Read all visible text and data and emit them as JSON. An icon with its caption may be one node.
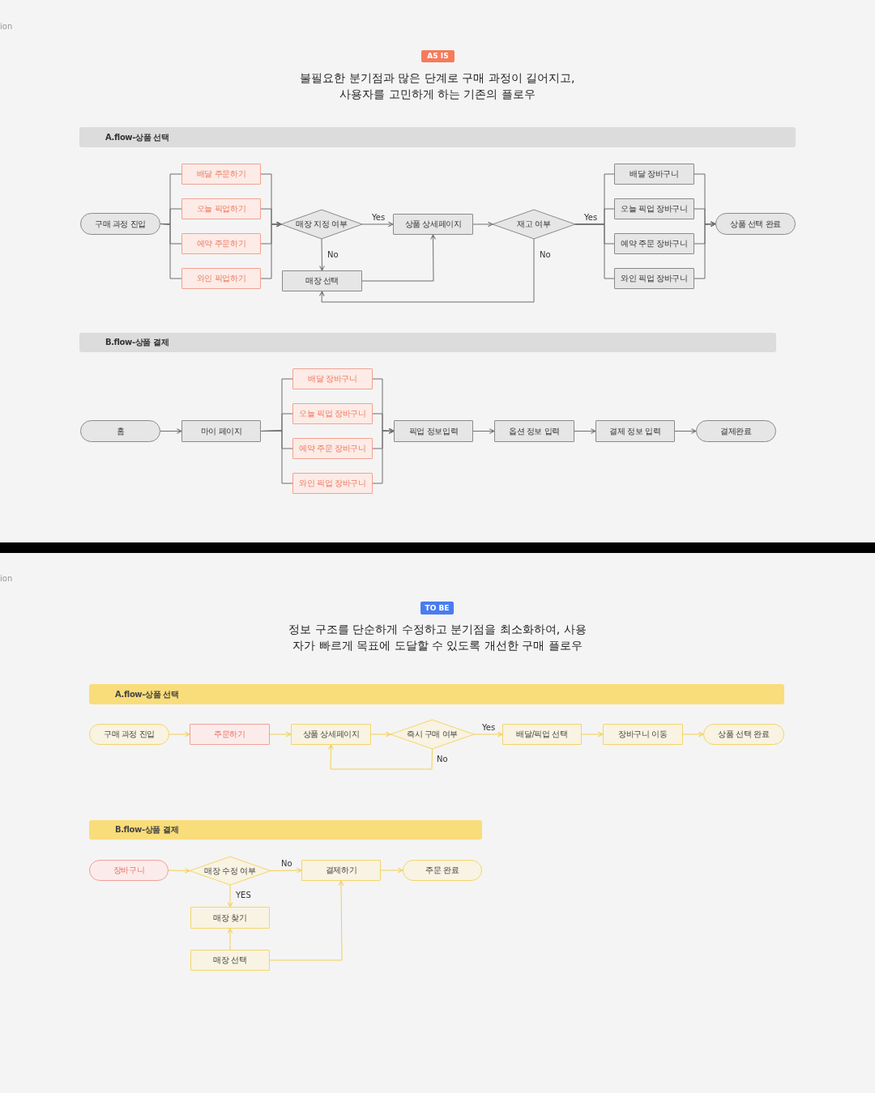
{
  "diagram": {
    "nodes": [
      {
        "text": [
          "A.flow-상품 선택"
        ]
      },
      {
        "text": [
          "구매 과정 진입"
        ]
      },
      {
        "text": [
          "배달 주문하기"
        ]
      },
      {
        "text": [
          "오늘 픽업하기"
        ]
      },
      {
        "text": [
          "예약 주문하기"
        ]
      },
      {
        "text": [
          "와인 픽업하기"
        ]
      },
      {
        "text": [
          "매장 지정 여부"
        ]
      },
      {
        "text": [
          "상품 상세페이지"
        ]
      },
      {
        "text": [
          "재고 여부"
        ]
      },
      {
        "text": [
          "배달 장바구니"
        ]
      },
      {
        "text": [
          "오늘 픽업 장바구니"
        ]
      },
      {
        "text": [
          "예약 주문 장바구니"
        ]
      },
      {
        "text": [
          "와인 픽업 장바구니"
        ]
      },
      {
        "text": [
          "상품 선택 완료"
        ]
      },
      {
        "text": [
          "매장 선택"
        ]
      },
      {
        "text": [
          "B.flow-상품 결제"
        ]
      },
      {
        "text": [
          "홈"
        ]
      },
      {
        "text": [
          "마이 페이지"
        ]
      },
      {
        "text": [
          "배달 장바구니"
        ]
      },
      {
        "text": [
          "오늘 픽업 장바구니"
        ]
      },
      {
        "text": [
          "예약 주문 장바구니"
        ]
      },
      {
        "text": [
          "와인 픽업 장바구니"
        ]
      },
      {
        "text": [
          "픽업 정보입력"
        ]
      },
      {
        "text": [
          "옵션 정보 입력"
        ]
      },
      {
        "text": [
          "결제 정보 입력"
        ]
      },
      {
        "text": [
          "결제완료"
        ]
      },
      {
        "text": [
          "A.flow-상품 선택"
        ]
      },
      {
        "text": [
          "구매 과정 진입"
        ]
      },
      {
        "text": [
          "주문하기"
        ]
      },
      {
        "text": [
          "상품 상세페이지"
        ]
      },
      {
        "text": [
          "즉시 구매 여부"
        ]
      },
      {
        "text": [
          "배달/픽업 선택"
        ]
      },
      {
        "text": [
          "장바구니 이동"
        ]
      },
      {
        "text": [
          "상품 선택 완료"
        ]
      },
      {
        "text": [
          "B.flow-상품 결제"
        ]
      },
      {
        "text": [
          "장바구니"
        ]
      },
      {
        "text": [
          "매장 수정 여부"
        ]
      },
      {
        "text": [
          "결제하기"
        ]
      },
      {
        "text": [
          "주문 완료"
        ]
      },
      {
        "text": [
          "매장 찾기"
        ]
      },
      {
        "text": [
          "매장 선택"
        ]
      }
    ],
    "edges": [
      {
        "from": 1,
        "to": 2,
        "arrow": "none"
      },
      {
        "from": 1,
        "to": 3,
        "arrow": "none"
      },
      {
        "from": 1,
        "to": 4,
        "arrow": "none"
      },
      {
        "from": 1,
        "to": 5,
        "arrow": "none"
      },
      {
        "from": 2,
        "to": 6,
        "arrow": "to"
      },
      {
        "from": 3,
        "to": 6,
        "arrow": "to"
      },
      {
        "from": 4,
        "to": 6,
        "arrow": "to"
      },
      {
        "from": 5,
        "to": 6,
        "arrow": "to"
      },
      {
        "from": 6,
        "to": 7,
        "arrow": "to",
        "label": "Yes"
      },
      {
        "from": 6,
        "to": 14,
        "arrow": "to",
        "label": "No"
      },
      {
        "from": 7,
        "to": 8,
        "arrow": "to"
      },
      {
        "from": 14,
        "to": 7,
        "arrow": "to"
      },
      {
        "from": 8,
        "to": 14,
        "arrow": "to",
        "label": "No"
      },
      {
        "from": 8,
        "to": 9,
        "arrow": "none",
        "label": "Yes"
      },
      {
        "from": 8,
        "to": 10,
        "arrow": "none"
      },
      {
        "from": 8,
        "to": 11,
        "arrow": "none"
      },
      {
        "from": 8,
        "to": 12,
        "arrow": "none"
      },
      {
        "from": 9,
        "to": 13,
        "arrow": "to"
      },
      {
        "from": 10,
        "to": 13,
        "arrow": "to"
      },
      {
        "from": 11,
        "to": 13,
        "arrow": "to"
      },
      {
        "from": 12,
        "to": 13,
        "arrow": "to"
      },
      {
        "from": 16,
        "to": 17,
        "arrow": "to"
      },
      {
        "from": 17,
        "to": 18,
        "arrow": "none"
      },
      {
        "from": 17,
        "to": 19,
        "arrow": "none"
      },
      {
        "from": 17,
        "to": 20,
        "arrow": "none"
      },
      {
        "from": 17,
        "to": 21,
        "arrow": "none"
      },
      {
        "from": 18,
        "to": 22,
        "arrow": "to"
      },
      {
        "from": 19,
        "to": 22,
        "arrow": "to"
      },
      {
        "from": 20,
        "to": 22,
        "arrow": "to"
      },
      {
        "from": 21,
        "to": 22,
        "arrow": "to"
      },
      {
        "from": 22,
        "to": 23,
        "arrow": "to"
      },
      {
        "from": 23,
        "to": 24,
        "arrow": "to"
      },
      {
        "from": 24,
        "to": 25,
        "arrow": "to"
      },
      {
        "from": 27,
        "to": 28,
        "arrow": "to",
        "color": "#f2cf55"
      },
      {
        "from": 28,
        "to": 29,
        "arrow": "to",
        "color": "#f2cf55"
      },
      {
        "from": 29,
        "to": 30,
        "arrow": "to",
        "color": "#f2cf55"
      },
      {
        "from": 30,
        "to": 31,
        "arrow": "to",
        "label": "Yes",
        "color": "#f2cf55"
      },
      {
        "from": 31,
        "to": 32,
        "arrow": "to",
        "color": "#f2cf55"
      },
      {
        "from": 32,
        "to": 33,
        "arrow": "to",
        "color": "#f2cf55"
      },
      {
        "from": 30,
        "to": 29,
        "arrow": "to",
        "label": "No",
        "color": "#f2cf55"
      },
      {
        "from": 35,
        "to": 36,
        "arrow": "to",
        "color": "#f2cf55"
      },
      {
        "from": 36,
        "to": 37,
        "arrow": "to",
        "label": "No",
        "color": "#f2cf55"
      },
      {
        "from": 37,
        "to": 38,
        "arrow": "to",
        "color": "#f2cf55"
      },
      {
        "from": 36,
        "to": 39,
        "arrow": "to",
        "label": "YES",
        "color": "#f2cf55"
      },
      {
        "from": 40,
        "to": 39,
        "arrow": "to",
        "color": "#f2cf55"
      },
      {
        "from": 40,
        "to": 37,
        "arrow": "to",
        "color": "#f2cf55"
      }
    ],
    "labels": [
      "ion",
      "AS IS",
      "불필요한 분기점과 많은 단계로 구매 과정이 길어지고,사용자를 고민하게 하는 기존의 플로우",
      "ion",
      "TO BE",
      "정보 구조를 단순하게 수정하고 분기점을 최소화하여, 사용자가 빠르게 목표에 도달할 수 있도록 개선한 구매 플로우"
    ]
  }
}
